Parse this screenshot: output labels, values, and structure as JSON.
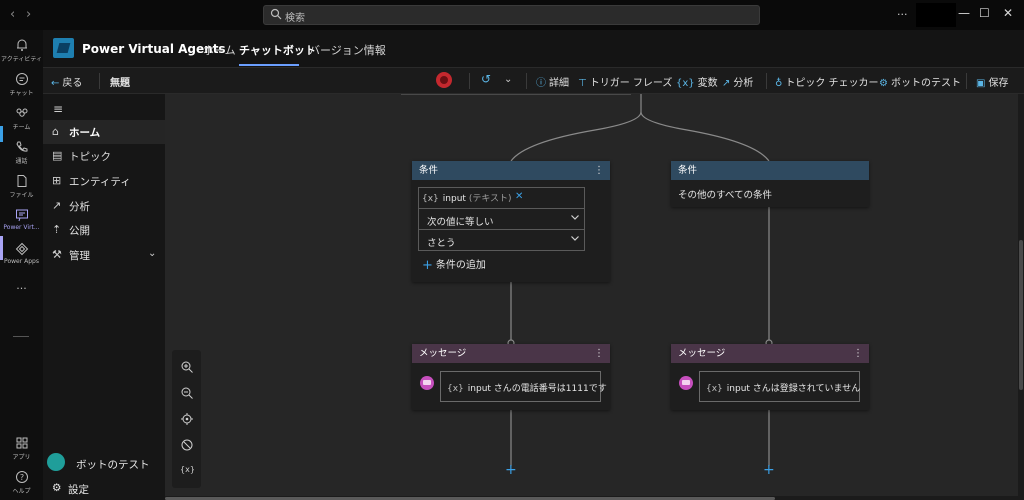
{
  "topbar": {
    "search_placeholder": "検索",
    "more": "···"
  },
  "rail": {
    "items": [
      {
        "label": "アクティビティ",
        "icon": "bell-icon"
      },
      {
        "label": "チャット",
        "icon": "chat-icon"
      },
      {
        "label": "チーム",
        "icon": "teams-icon"
      },
      {
        "label": "通話",
        "icon": "phone-icon"
      },
      {
        "label": "ファイル",
        "icon": "file-icon"
      },
      {
        "label": "Power Virt...",
        "icon": "power-virtual-agents-icon"
      },
      {
        "label": "Power Apps",
        "icon": "power-apps-icon"
      }
    ],
    "more": "···",
    "bottom": [
      {
        "label": "アプリ",
        "icon": "apps-icon"
      },
      {
        "label": "ヘルプ",
        "icon": "help-icon"
      }
    ]
  },
  "app": {
    "title": "Power Virtual Agents",
    "tabs": [
      "ホーム",
      "チャットボット",
      "バージョン情報"
    ],
    "active_tab": 1
  },
  "toolbar": {
    "back": "戻る",
    "topic_name": "無題",
    "details": "詳細",
    "trigger_phrases": "トリガー フレーズ",
    "variables": "変数",
    "analytics": "分析",
    "topic_checker": "トピック チェッカー",
    "test_bot": "ボットのテスト",
    "save": "保存"
  },
  "sidenav": {
    "items": [
      {
        "label": "ホーム",
        "icon": "home-icon"
      },
      {
        "label": "トピック",
        "icon": "topic-icon"
      },
      {
        "label": "エンティティ",
        "icon": "entity-icon"
      },
      {
        "label": "分析",
        "icon": "analytics-icon"
      },
      {
        "label": "公開",
        "icon": "publish-icon"
      },
      {
        "label": "管理",
        "icon": "wrench-icon"
      }
    ],
    "active_index": 0,
    "bot_test": "ボットのテスト",
    "settings": "設定"
  },
  "canvas": {
    "condition_left": {
      "header": "条件",
      "variable_token": "{x}",
      "variable_name": "input",
      "variable_type": "(テキスト)",
      "operator": "次の値に等しい",
      "value": "さとう",
      "add_condition": "条件の追加"
    },
    "condition_right": {
      "header": "条件",
      "body": "その他のすべての条件"
    },
    "message_left": {
      "header": "メッセージ",
      "variable_token": "{x}",
      "text": "input さんの電話番号は1111です"
    },
    "message_right": {
      "header": "メッセージ",
      "variable_token": "{x}",
      "text": "input さんは登録されていません"
    },
    "card_menu": "⋮",
    "zoom_var_token": "{x}"
  },
  "colors": {
    "accent_blue": "#3ba0e6",
    "condition_header": "#2f4a60",
    "message_header": "#4a3548",
    "error_red": "#c4282e",
    "rail_active": "#a9a4f5"
  }
}
